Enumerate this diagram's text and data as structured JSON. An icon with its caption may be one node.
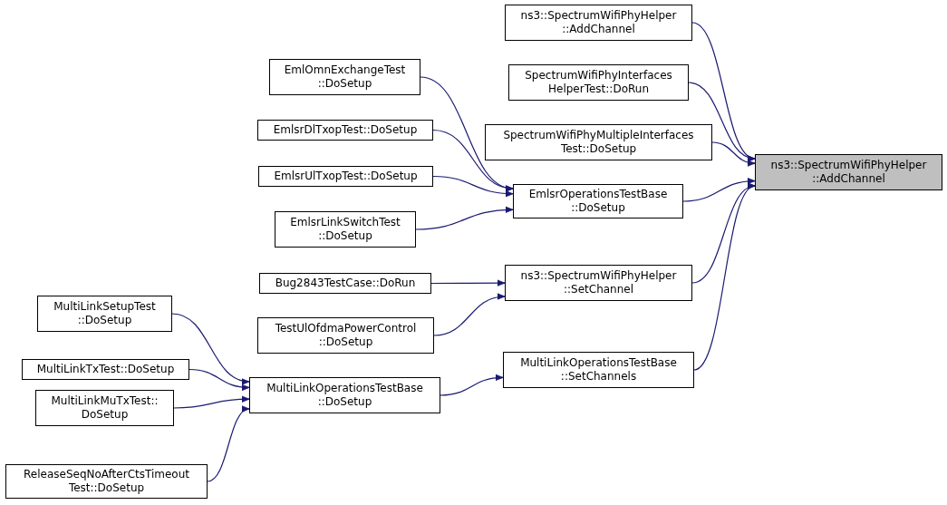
{
  "diagram": {
    "nodes": [
      {
        "text": [
          "ns3::SpectrumWifiPhyHelper ::AddChannel"
        ]
      },
      {
        "text": [
          "ns3::SpectrumWifiPhyHelper ::AddChannel"
        ]
      },
      {
        "text": [
          "SpectrumWifiPhyInterfaces HelperTest::DoRun"
        ]
      },
      {
        "text": [
          "SpectrumWifiPhyMultipleInterfaces Test::DoSetup"
        ]
      },
      {
        "text": [
          "EmlsrOperationsTestBase ::DoSetup"
        ]
      },
      {
        "text": [
          "ns3::SpectrumWifiPhyHelper ::SetChannel"
        ]
      },
      {
        "text": [
          "MultiLinkOperationsTestBase ::SetChannels"
        ]
      },
      {
        "text": [
          "EmlOmnExchangeTest ::DoSetup"
        ]
      },
      {
        "text": [
          "EmlsrDlTxopTest::DoSetup"
        ]
      },
      {
        "text": [
          "EmlsrUlTxopTest::DoSetup"
        ]
      },
      {
        "text": [
          "EmlsrLinkSwitchTest ::DoSetup"
        ]
      },
      {
        "text": [
          "Bug2843TestCase::DoRun"
        ]
      },
      {
        "text": [
          "TestUlOfdmaPowerControl ::DoSetup"
        ]
      },
      {
        "text": [
          "MultiLinkOperationsTestBase ::DoSetup"
        ]
      },
      {
        "text": [
          "MultiLinkSetupTest ::DoSetup"
        ]
      },
      {
        "text": [
          "MultiLinkTxTest::DoSetup"
        ]
      },
      {
        "text": [
          "MultiLinkMuTxTest:: DoSetup"
        ]
      },
      {
        "text": [
          "ReleaseSeqNoAfterCtsTimeout Test::DoSetup"
        ]
      }
    ],
    "edges": [
      {
        "from": 1,
        "to": 0,
        "arrow": "to"
      },
      {
        "from": 2,
        "to": 0,
        "arrow": "to"
      },
      {
        "from": 3,
        "to": 0,
        "arrow": "to"
      },
      {
        "from": 4,
        "to": 0,
        "arrow": "to"
      },
      {
        "from": 5,
        "to": 0,
        "arrow": "to"
      },
      {
        "from": 6,
        "to": 0,
        "arrow": "to"
      },
      {
        "from": 7,
        "to": 4,
        "arrow": "to"
      },
      {
        "from": 8,
        "to": 4,
        "arrow": "to"
      },
      {
        "from": 9,
        "to": 4,
        "arrow": "to"
      },
      {
        "from": 10,
        "to": 4,
        "arrow": "to"
      },
      {
        "from": 11,
        "to": 5,
        "arrow": "to"
      },
      {
        "from": 12,
        "to": 5,
        "arrow": "to"
      },
      {
        "from": 13,
        "to": 6,
        "arrow": "to"
      },
      {
        "from": 14,
        "to": 13,
        "arrow": "to"
      },
      {
        "from": 15,
        "to": 13,
        "arrow": "to"
      },
      {
        "from": 16,
        "to": 13,
        "arrow": "to"
      },
      {
        "from": 17,
        "to": 13,
        "arrow": "to"
      }
    ]
  }
}
